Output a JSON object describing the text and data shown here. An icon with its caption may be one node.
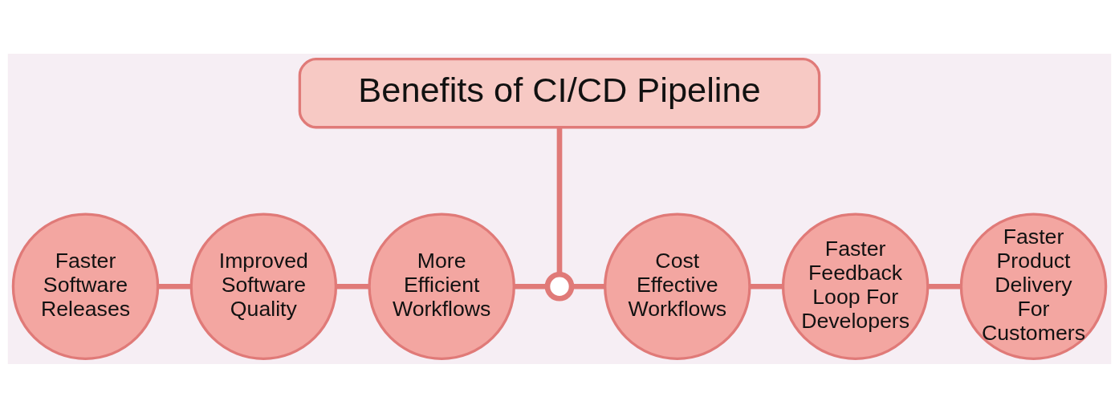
{
  "diagram": {
    "nodes": [
      {
        "text": [
          "Benefits of CI/CD Pipeline"
        ]
      },
      {
        "text": [
          "Faster Software Releases"
        ]
      },
      {
        "text": [
          "Improved Software Quality"
        ]
      },
      {
        "text": [
          "More Efficient Workflows"
        ]
      },
      {
        "text": [],
        "shape": "circle"
      },
      {
        "text": [
          "Cost Effective Workflows"
        ]
      },
      {
        "text": [
          "Faster Feedback Loop For Developers"
        ]
      },
      {
        "text": [
          "Faster Product Delivery For Customers"
        ]
      }
    ],
    "edges": [
      {
        "from": 0,
        "to": 4,
        "arrow": "none"
      },
      {
        "from": 1,
        "to": 2,
        "arrow": "none"
      },
      {
        "from": 2,
        "to": 3,
        "arrow": "none"
      },
      {
        "from": 3,
        "to": 4,
        "arrow": "none"
      },
      {
        "from": 4,
        "to": 5,
        "arrow": "none"
      },
      {
        "from": 5,
        "to": 6,
        "arrow": "none"
      },
      {
        "from": 6,
        "to": 7,
        "arrow": "none"
      }
    ]
  }
}
